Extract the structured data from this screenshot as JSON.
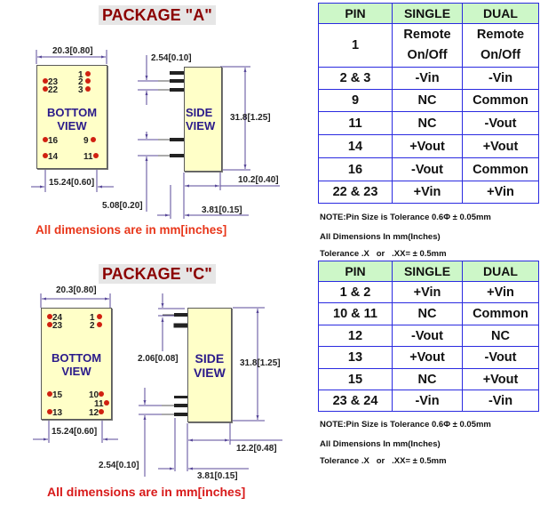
{
  "package_a": {
    "title": "PACKAGE \"A\"",
    "bottom_view": {
      "label_line1": "BOTTOM",
      "label_line2": "VIEW",
      "pins_left_top": [
        "23",
        "22"
      ],
      "pins_right_top": [
        "1",
        "2",
        "3"
      ],
      "pins_left_bottom": [
        "16",
        "14"
      ],
      "pins_right_bottom": [
        "9",
        "11"
      ]
    },
    "side_view": {
      "label_line1": "SIDE",
      "label_line2": "VIEW"
    },
    "dimensions": {
      "width": "20.3[0.80]",
      "pin_row_spacing": "15.24[0.60]",
      "pin_pitch": "2.54[0.10]",
      "height": "31.8[1.25]",
      "depth": "10.2[0.40]",
      "pin_gap": "5.08[0.20]",
      "pin_length": "3.81[0.15]"
    },
    "units_note": "All dimensions are in mm[inches]"
  },
  "package_c": {
    "title": "PACKAGE \"C\"",
    "bottom_view": {
      "label_line1": "BOTTOM",
      "label_line2": "VIEW",
      "pins_left_top": [
        "24",
        "23"
      ],
      "pins_right_top": [
        "1",
        "2"
      ],
      "pins_left_bottom": [
        "15",
        "13"
      ],
      "pins_right_bottom": [
        "10",
        "11",
        "12"
      ]
    },
    "side_view": {
      "label_line1": "SIDE",
      "label_line2": "VIEW"
    },
    "dimensions": {
      "width": "20.3[0.80]",
      "pin_row_spacing": "15.24[0.60]",
      "pin_offset": "2.06[0.08]",
      "height": "31.8[1.25]",
      "depth": "12.2[0.48]",
      "pin_pitch": "2.54[0.10]",
      "pin_length": "3.81[0.15]"
    },
    "units_note": "All dimensions are in mm[inches]"
  },
  "table_a": {
    "headers": [
      "PIN",
      "SINGLE",
      "DUAL"
    ],
    "rows": [
      {
        "pin": "1",
        "single": "Remote On/Off",
        "dual": "Remote On/Off"
      },
      {
        "pin": "2 & 3",
        "single": "-Vin",
        "dual": "-Vin"
      },
      {
        "pin": "9",
        "single": "NC",
        "dual": "Common"
      },
      {
        "pin": "11",
        "single": "NC",
        "dual": "-Vout"
      },
      {
        "pin": "14",
        "single": "+Vout",
        "dual": "+Vout"
      },
      {
        "pin": "16",
        "single": "-Vout",
        "dual": "Common"
      },
      {
        "pin": "22 & 23",
        "single": "+Vin",
        "dual": "+Vin"
      }
    ],
    "notes": [
      "NOTE:Pin Size is Tolerance 0.6Φ ± 0.05mm",
      "All Dimensions In mm(Inches)",
      "Tolerance .X   or   .XX= ± 0.5mm"
    ]
  },
  "table_c": {
    "headers": [
      "PIN",
      "SINGLE",
      "DUAL"
    ],
    "rows": [
      {
        "pin": "1 & 2",
        "single": "+Vin",
        "dual": "+Vin"
      },
      {
        "pin": "10 & 11",
        "single": "NC",
        "dual": "Common"
      },
      {
        "pin": "12",
        "single": "-Vout",
        "dual": "NC"
      },
      {
        "pin": "13",
        "single": "+Vout",
        "dual": "-Vout"
      },
      {
        "pin": "15",
        "single": "NC",
        "dual": "+Vout"
      },
      {
        "pin": "23 & 24",
        "single": "-Vin",
        "dual": "-Vin"
      }
    ],
    "notes": [
      "NOTE:Pin Size is Tolerance 0.6Φ ± 0.05mm",
      "All Dimensions In mm(Inches)",
      "Tolerance .X   or   .XX= ± 0.5mm"
    ]
  },
  "colors": {
    "title_text": "#8b0000",
    "title_bg": "#e6e6e6",
    "package_body": "#ffffc8",
    "view_label": "#2a1a8a",
    "pin_dot": "#d02010",
    "dimension_line": "#5a4a9a",
    "units_note": "#e8361a",
    "table_border": "#2a2ae0",
    "table_header_bg": "#cdf7c8"
  }
}
